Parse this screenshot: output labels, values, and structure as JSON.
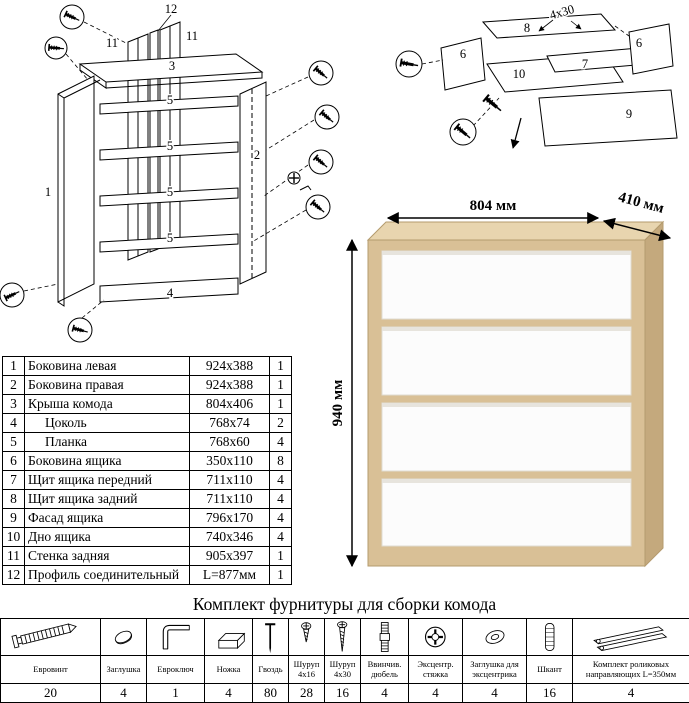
{
  "dimensions": {
    "width": "804 мм",
    "depth": "410 мм",
    "height": "940 мм"
  },
  "diagram_main": {
    "label_1": "1",
    "label_2": "2",
    "label_3": "3",
    "label_4": "4",
    "label_5_1": "5",
    "label_5_2": "5",
    "label_5_3": "5",
    "label_5_4": "5",
    "label_11_left": "11",
    "label_11_right": "11",
    "label_12": "12"
  },
  "diagram_drawer": {
    "label_6_left": "6",
    "label_6_right": "6",
    "label_7": "7",
    "label_8": "8",
    "label_9": "9",
    "label_10": "10",
    "screw_size": "4x30"
  },
  "parts": {
    "rows": [
      {
        "num": "1",
        "name": "Боковина левая",
        "size": "924x388",
        "qty": "1"
      },
      {
        "num": "2",
        "name": "Боковина правая",
        "size": "924x388",
        "qty": "1"
      },
      {
        "num": "3",
        "name": "Крыша комода",
        "size": "804x406",
        "qty": "1"
      },
      {
        "num": "4",
        "name": "Цоколь",
        "size": "768x74",
        "qty": "2"
      },
      {
        "num": "5",
        "name": "Планка",
        "size": "768x60",
        "qty": "4"
      },
      {
        "num": "6",
        "name": "Боковина ящика",
        "size": "350x110",
        "qty": "8"
      },
      {
        "num": "7",
        "name": "Щит ящика передний",
        "size": "711x110",
        "qty": "4"
      },
      {
        "num": "8",
        "name": "Щит ящика задний",
        "size": "711x110",
        "qty": "4"
      },
      {
        "num": "9",
        "name": "Фасад ящика",
        "size": "796x170",
        "qty": "4"
      },
      {
        "num": "10",
        "name": "Дно ящика",
        "size": "740x346",
        "qty": "4"
      },
      {
        "num": "11",
        "name": "Стенка задняя",
        "size": "905x397",
        "qty": "1"
      },
      {
        "num": "12",
        "name": "Профиль соединительный",
        "size": "L=877мм",
        "qty": "1"
      }
    ]
  },
  "hardware": {
    "title": "Комплект фурнитуры для сборки комода",
    "items": [
      {
        "name": "Евровинт",
        "qty": "20"
      },
      {
        "name": "Заглушка",
        "qty": "4"
      },
      {
        "name": "Евроключ",
        "qty": "1"
      },
      {
        "name": "Ножка",
        "qty": "4"
      },
      {
        "name": "Гвоздь",
        "qty": "80"
      },
      {
        "name": "Шуруп 4x16",
        "qty": "28"
      },
      {
        "name": "Шуруп 4x30",
        "qty": "16"
      },
      {
        "name": "Ввинчив. дюбель",
        "qty": "4"
      },
      {
        "name": "Эксцентр. стяжка",
        "qty": "4"
      },
      {
        "name": "Заглушка для эксцентрика",
        "qty": "4"
      },
      {
        "name": "Шкант",
        "qty": "16"
      },
      {
        "name": "Комплект роликовых направляющих L=350мм",
        "qty": "4"
      }
    ]
  }
}
